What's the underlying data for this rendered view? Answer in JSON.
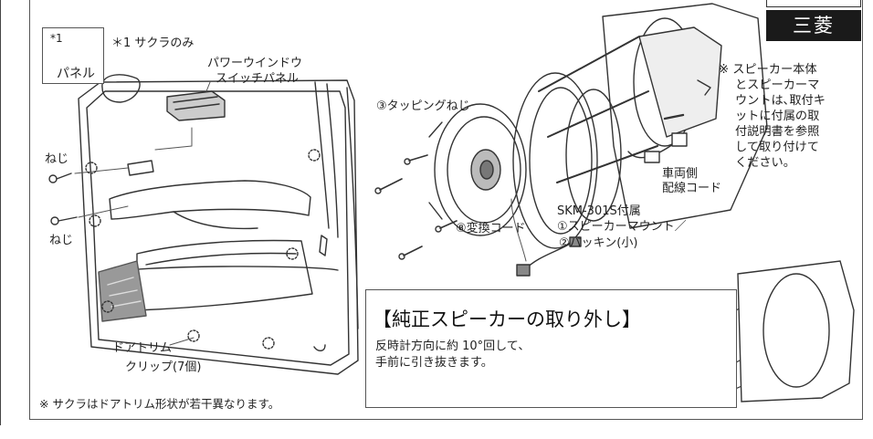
{
  "brand": "三菱",
  "inset": {
    "mark": "*1",
    "part": "パネル",
    "footnote": "＊1 サクラのみ"
  },
  "labels": {
    "power_window_line1": "パワーウインドウ",
    "power_window_line2": "スイッチパネル",
    "screw_top": "ねじ",
    "screw_bottom": "ねじ",
    "trim_line1": "ドアトリム",
    "trim_line2": "クリップ(7個)",
    "sakura_note": "※ サクラはドアトリム形状が若干異なります。",
    "tapping_screw": "③タッピングねじ",
    "conversion_cord": "⑧変換コード",
    "kit_line1": "SKM-301S付属",
    "kit_line2": "①スピーカーマウント／",
    "kit_line3": "②パッキン(小)",
    "vehicle_cord_line1": "車両側",
    "vehicle_cord_line2": "配線コード"
  },
  "install_note": [
    "※ スピーカー本体",
    "とスピーカーマ",
    "ウントは､取付キ",
    "ットに付属の取",
    "付説明書を参照",
    "して取り付けて",
    "ください。"
  ],
  "removal": {
    "title": "【純正スピーカーの取り外し】",
    "line1": "反時計方向に約 10°回して､",
    "line2": "手前に引き抜きます。"
  }
}
